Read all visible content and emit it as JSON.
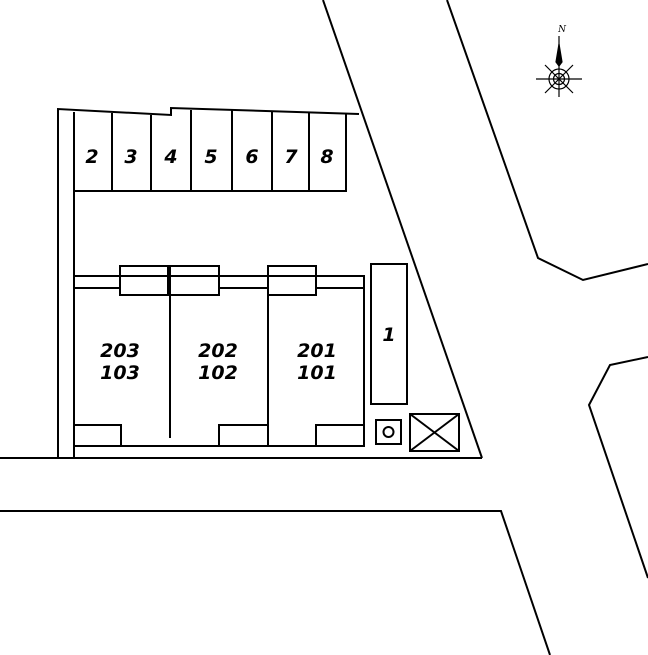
{
  "map": {
    "compass": {
      "north_label": "N"
    },
    "parking_spaces": [
      "2",
      "3",
      "4",
      "5",
      "6",
      "7",
      "8"
    ],
    "units": [
      {
        "upper": "203",
        "lower": "103"
      },
      {
        "upper": "202",
        "lower": "102"
      },
      {
        "upper": "201",
        "lower": "101"
      }
    ],
    "extra_parking": "1",
    "colors": {
      "line": "#000000",
      "background": "#ffffff"
    }
  }
}
